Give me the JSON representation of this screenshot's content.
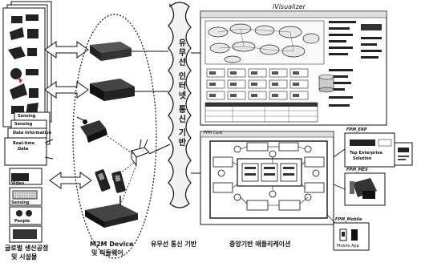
{
  "left_group": {
    "cards": [
      "Sensing",
      "Sensing",
      "Data Information",
      "Real-time",
      "Data"
    ],
    "mini": [
      "Video",
      "Sensing",
      "People"
    ],
    "label_line1": "글로벌 생산공정",
    "label_line2": "및 시설물"
  },
  "m2m": {
    "label_line1": "M2M Device",
    "label_line2": "및 미들웨어"
  },
  "network": {
    "vertical_label": "유무선 인터넷 통신 기반",
    "bottom_label": "유무선 통신 기반"
  },
  "center": {
    "visualizer_title": "iVisualizer",
    "fpm_title": "FPM Core",
    "bottom_label": "중앙기반 애플리케이션"
  },
  "right_cards": [
    {
      "title": "FPM_ERP",
      "lines": [
        "Top Enterprise",
        "Solution"
      ]
    },
    {
      "title": "FPM_MES",
      "lines": []
    },
    {
      "title": "FPM_Mobile",
      "lines": [
        "Mobile App"
      ]
    }
  ],
  "colors": {
    "line": "#111111",
    "bubble": "#e8e8e8",
    "dark": "#2a2a2a"
  }
}
